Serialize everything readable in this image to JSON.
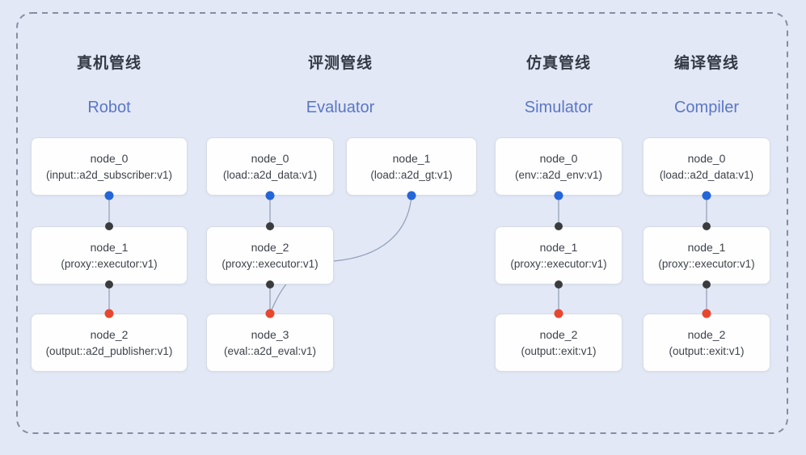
{
  "theme": {
    "background": "#e3e8f6",
    "dashed_border": "#878da0",
    "node_bg": "#fefefe",
    "node_border": "#d8dce6",
    "node_text": "#3d424b",
    "title_zh_color": "#333a45",
    "title_en_color": "#5a77c6",
    "connector": "#96a2ba",
    "dot_blue": "#2465d8",
    "dot_dark": "#3a3b3d",
    "dot_red": "#e8472f"
  },
  "pipelines": [
    {
      "title_zh": "真机管线",
      "title_en": "Robot",
      "nodes": [
        {
          "name": "node_0",
          "type": "(input::a2d_subscriber:v1)"
        },
        {
          "name": "node_1",
          "type": "(proxy::executor:v1)"
        },
        {
          "name": "node_2",
          "type": "(output::a2d_publisher:v1)"
        }
      ]
    },
    {
      "title_zh": "评测管线",
      "title_en": "Evaluator",
      "nodes": [
        {
          "name": "node_0",
          "type": "(load::a2d_data:v1)"
        },
        {
          "name": "node_1",
          "type": "(load::a2d_gt:v1)"
        },
        {
          "name": "node_2",
          "type": "(proxy::executor:v1)"
        },
        {
          "name": "node_3",
          "type": "(eval::a2d_eval:v1)"
        }
      ]
    },
    {
      "title_zh": "仿真管线",
      "title_en": "Simulator",
      "nodes": [
        {
          "name": "node_0",
          "type": "(env::a2d_env:v1)"
        },
        {
          "name": "node_1",
          "type": "(proxy::executor:v1)"
        },
        {
          "name": "node_2",
          "type": "(output::exit:v1)"
        }
      ]
    },
    {
      "title_zh": "编译管线",
      "title_en": "Compiler",
      "nodes": [
        {
          "name": "node_0",
          "type": "(load::a2d_data:v1)"
        },
        {
          "name": "node_1",
          "type": "(proxy::executor:v1)"
        },
        {
          "name": "node_2",
          "type": "(output::exit:v1)"
        }
      ]
    }
  ]
}
